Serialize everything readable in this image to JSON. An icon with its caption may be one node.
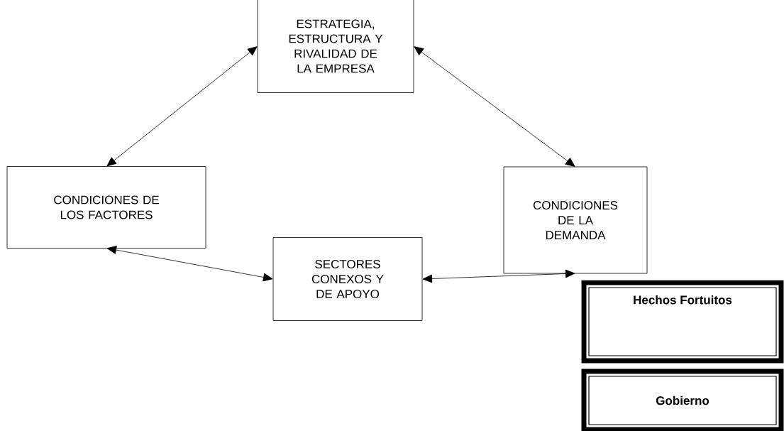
{
  "diagram": {
    "nodes": [
      {
        "text": [
          "ESTRATEGIA, ESTRUCTURA Y RIVALIDAD DE LA EMPRESA"
        ]
      },
      {
        "text": [
          "CONDICIONES DE LOS FACTORES"
        ]
      },
      {
        "text": [
          "CONDICIONES DE LA DEMANDA"
        ]
      },
      {
        "text": [
          "SECTORES CONEXOS Y DE APOYO"
        ]
      },
      {
        "text": [
          "Hechos Fortuitos"
        ]
      },
      {
        "text": [
          "Gobierno"
        ]
      }
    ],
    "edges": [
      {
        "from": 0,
        "to": 1,
        "arrow": "both"
      },
      {
        "from": 0,
        "to": 2,
        "arrow": "both"
      },
      {
        "from": 1,
        "to": 3,
        "arrow": "both"
      },
      {
        "from": 2,
        "to": 3,
        "arrow": "both"
      }
    ]
  }
}
